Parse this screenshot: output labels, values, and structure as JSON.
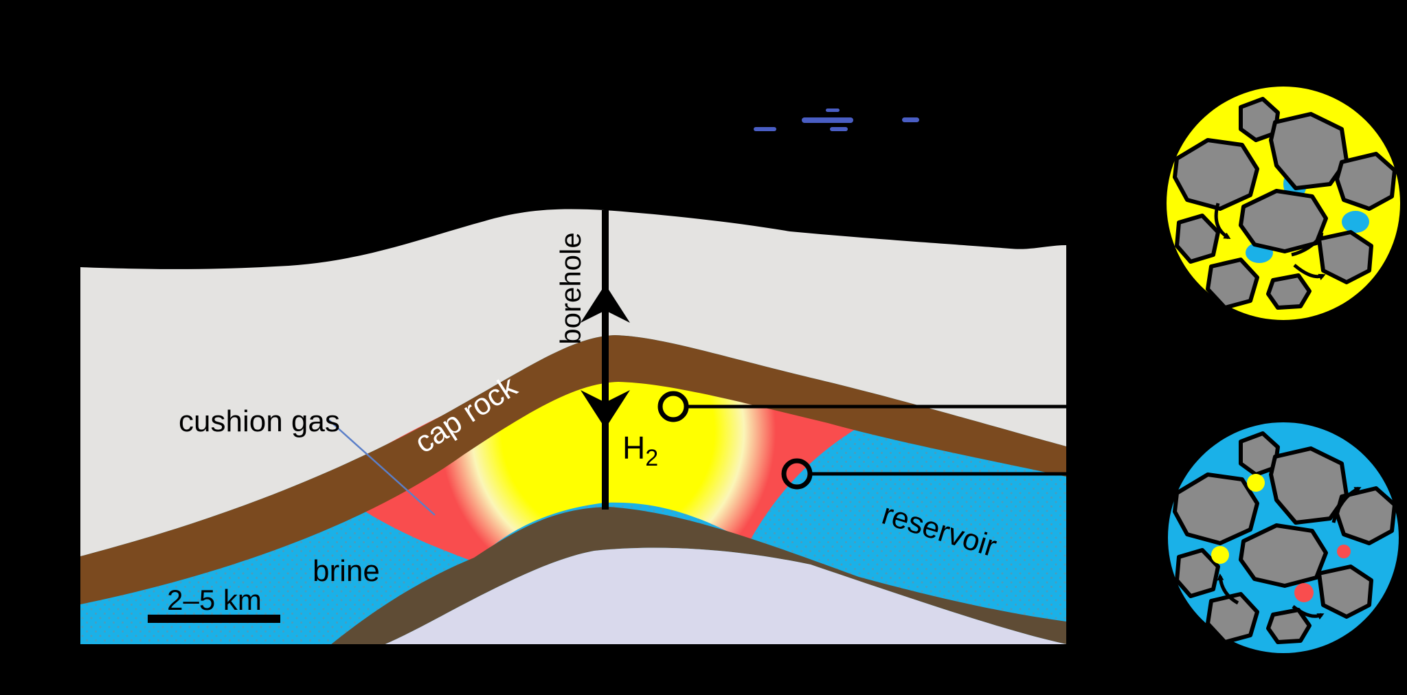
{
  "figure": {
    "type": "geological-cross-section-diagram",
    "subject": "underground hydrogen storage in a porous reservoir anticline"
  },
  "labels": {
    "cushion_gas": "cushion gas",
    "cap_rock": "cap rock",
    "borehole": "borehole",
    "h2_main": "H",
    "h2_sub": "2",
    "brine": "brine",
    "reservoir": "reservoir",
    "scale_bar": "2–5 km"
  },
  "colors": {
    "background": "#000000",
    "overburden_gray": "#e4e3e1",
    "cap_rock_brown": "#7b4a1f",
    "lower_seal_brown": "#5f4c35",
    "basement_lavender": "#d9d9ec",
    "reservoir_blue": "#1ab1e8",
    "cushion_gas_red": "#f94d4e",
    "hydrogen_yellow": "#ffff00",
    "grain_gray": "#8a8a8a",
    "leader_line_blue": "#5b7fc8",
    "dash_mark_blue": "#4a5ec4",
    "label_black": "#000000",
    "label_white": "#ffffff"
  },
  "insets": {
    "top": "pore-scale view: hydrogen (yellow) saturated pore space with residual brine (blue) between rock grains, flow arrows",
    "bottom": "pore-scale view: brine (blue) saturated pore space with hydrogen (yellow) and cushion-gas (red) bubbles between rock grains, flow arrows"
  }
}
